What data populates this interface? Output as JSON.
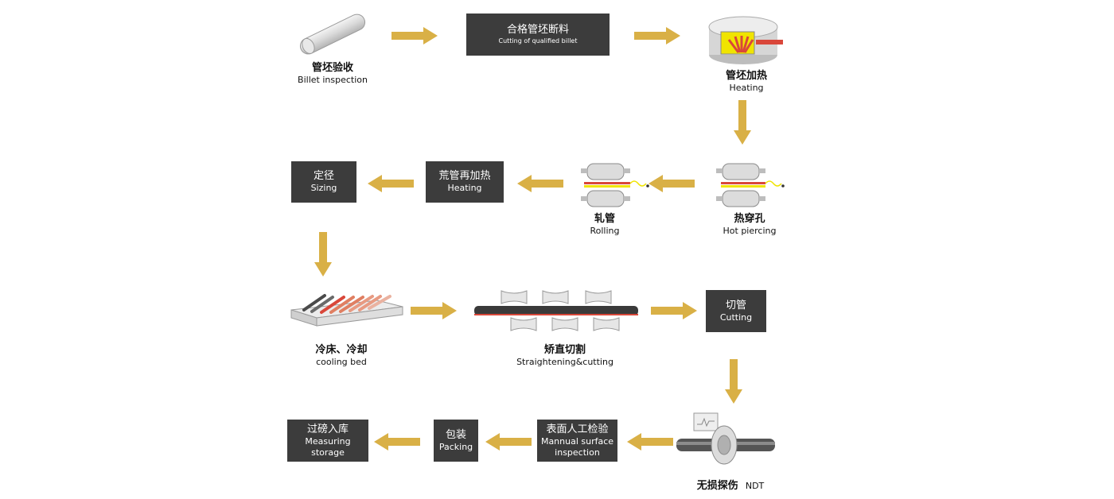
{
  "colors": {
    "box": "#3c3c3c",
    "arrow": "#d9b046",
    "accent_red": "#d9473a",
    "accent_yellow": "#f0e400"
  },
  "steps": [
    {
      "zh": "管坯验收",
      "en": "Billet  inspection"
    },
    {
      "zh": "合格管坯断料",
      "en": "Cutting of qualified billet"
    },
    {
      "zh": "管坯加热",
      "en": "Heating"
    },
    {
      "zh": "热穿孔",
      "en": "Hot piercing"
    },
    {
      "zh": "轧管",
      "en": "Rolling"
    },
    {
      "zh": "荒管再加热",
      "en": "Heating"
    },
    {
      "zh": "定径",
      "en": "Sizing"
    },
    {
      "zh": "冷床、冷却",
      "en": "cooling bed"
    },
    {
      "zh": "矫直切割",
      "en": "Straightening&cutting"
    },
    {
      "zh": "切管",
      "en": "Cutting"
    },
    {
      "zh": "无损探伤",
      "en": "NDT"
    },
    {
      "zh": "表面人工检验",
      "en_line1": "Mannual surface",
      "en_line2": "inspection"
    },
    {
      "zh": "包装",
      "en": "Packing"
    },
    {
      "zh": "过磅入库",
      "en": "Measuring storage"
    }
  ]
}
